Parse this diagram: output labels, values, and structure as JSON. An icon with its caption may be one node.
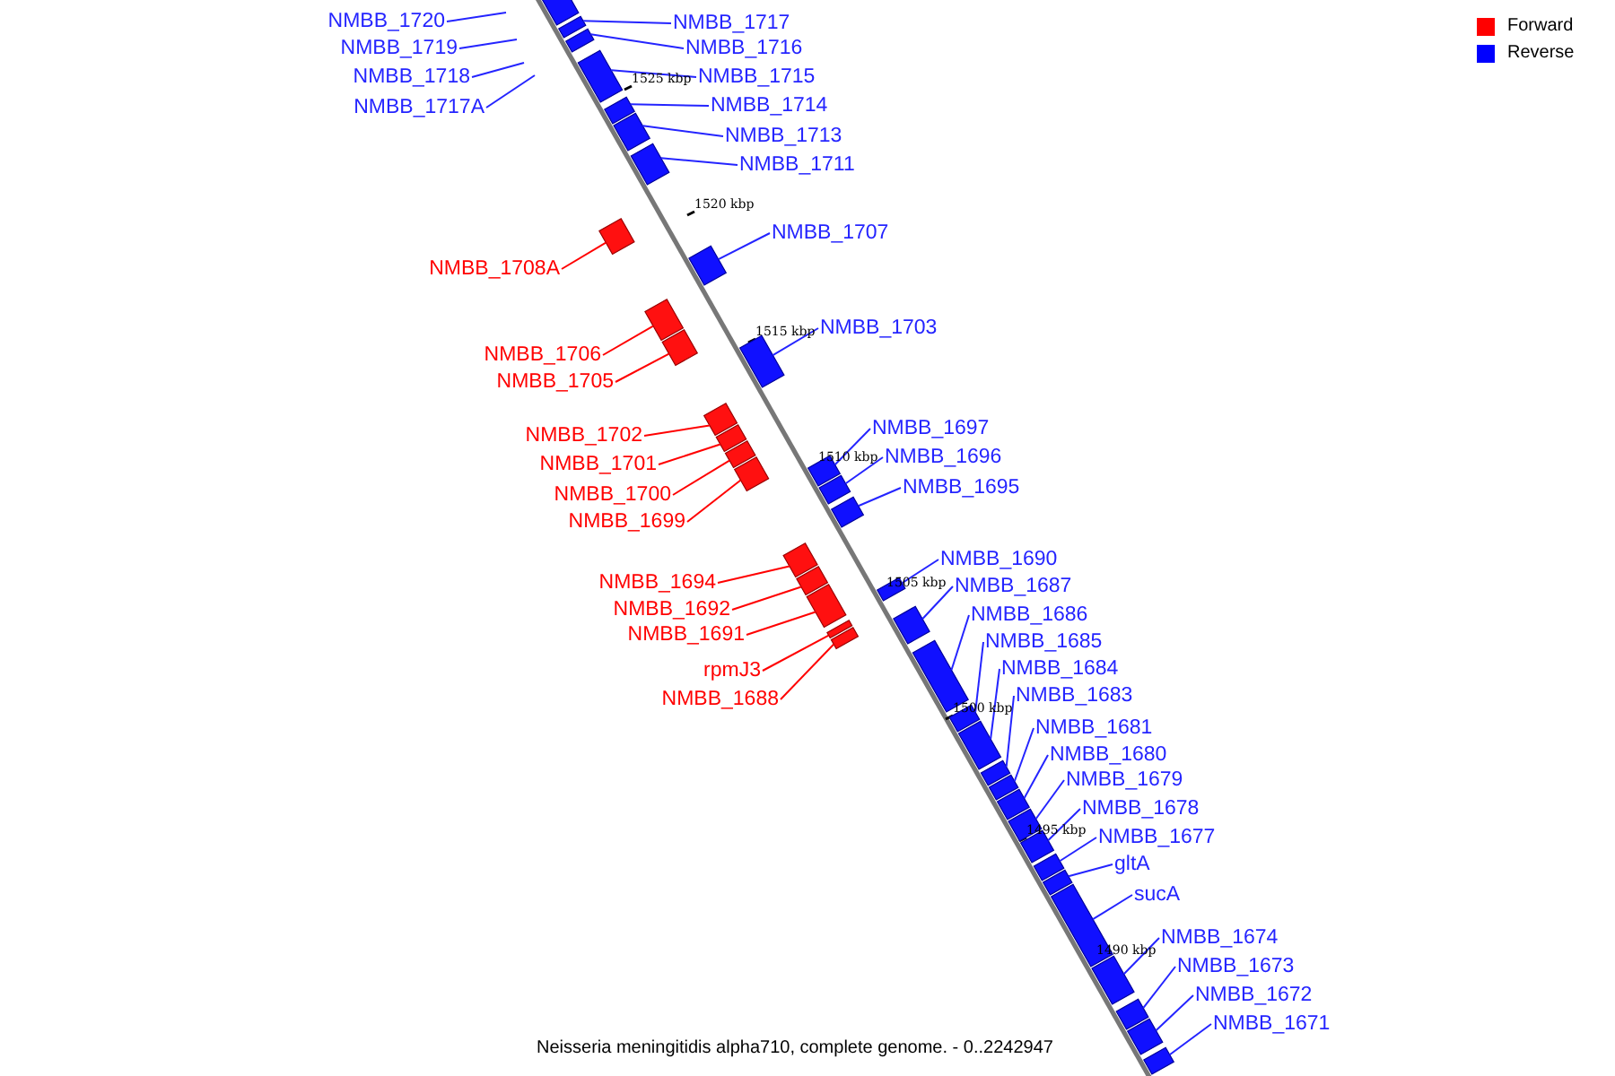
{
  "diagram": {
    "caption": "Neisseria meningitidis alpha710, complete genome. - 0..2242947",
    "nodes": [
      {
        "text": [
          "NMBB_1720"
        ]
      },
      {
        "text": [
          "NMBB_1717"
        ]
      },
      {
        "text": [
          "NMBB_1719"
        ]
      },
      {
        "text": [
          "NMBB_1716"
        ]
      },
      {
        "text": [
          "NMBB_1718"
        ]
      },
      {
        "text": [
          "NMBB_1715"
        ]
      },
      {
        "text": [
          "NMBB_1714"
        ]
      },
      {
        "text": [
          "NMBB_1717A"
        ]
      },
      {
        "text": [
          "NMBB_1713"
        ]
      },
      {
        "text": [
          "NMBB_1711"
        ]
      },
      {
        "text": [
          "NMBB_1707"
        ]
      },
      {
        "text": [
          "NMBB_1708A"
        ]
      },
      {
        "text": [
          "NMBB_1703"
        ]
      },
      {
        "text": [
          "NMBB_1706"
        ]
      },
      {
        "text": [
          "NMBB_1705"
        ]
      },
      {
        "text": [
          "NMBB_1697"
        ]
      },
      {
        "text": [
          "NMBB_1702"
        ]
      },
      {
        "text": [
          "NMBB_1696"
        ]
      },
      {
        "text": [
          "NMBB_1701"
        ]
      },
      {
        "text": [
          "NMBB_1695"
        ]
      },
      {
        "text": [
          "NMBB_1700"
        ]
      },
      {
        "text": [
          "NMBB_1699"
        ]
      },
      {
        "text": [
          "NMBB_1690"
        ]
      },
      {
        "text": [
          "NMBB_1694"
        ]
      },
      {
        "text": [
          "NMBB_1687"
        ]
      },
      {
        "text": [
          "NMBB_1692"
        ]
      },
      {
        "text": [
          "NMBB_1686"
        ]
      },
      {
        "text": [
          "NMBB_1691"
        ]
      },
      {
        "text": [
          "NMBB_1685"
        ]
      },
      {
        "text": [
          "NMBB_1684"
        ]
      },
      {
        "text": [
          "rpmJ3"
        ]
      },
      {
        "text": [
          "NMBB_1683"
        ]
      },
      {
        "text": [
          "NMBB_1688"
        ]
      },
      {
        "text": [
          "NMBB_1681"
        ]
      },
      {
        "text": [
          "NMBB_1680"
        ]
      },
      {
        "text": [
          "NMBB_1679"
        ]
      },
      {
        "text": [
          "NMBB_1678"
        ]
      },
      {
        "text": [
          "NMBB_1677"
        ]
      },
      {
        "text": [
          "gltA"
        ]
      },
      {
        "text": [
          "sucA"
        ]
      },
      {
        "text": [
          "NMBB_1674"
        ]
      },
      {
        "text": [
          "NMBB_1673"
        ]
      },
      {
        "text": [
          "NMBB_1672"
        ]
      },
      {
        "text": [
          "NMBB_1671"
        ]
      },
      {
        "text": [],
        "shape": "box"
      },
      {
        "text": [],
        "shape": "box"
      },
      {
        "text": [],
        "shape": "box"
      },
      {
        "text": [],
        "shape": "box"
      },
      {
        "text": [],
        "shape": "box"
      },
      {
        "text": [],
        "shape": "box"
      },
      {
        "text": [],
        "shape": "box"
      },
      {
        "text": [],
        "shape": "box"
      },
      {
        "text": [],
        "shape": "box"
      },
      {
        "text": [],
        "shape": "box"
      },
      {
        "text": [],
        "shape": "box"
      },
      {
        "text": [],
        "shape": "box"
      },
      {
        "text": [],
        "shape": "box"
      },
      {
        "text": [],
        "shape": "box"
      },
      {
        "text": [],
        "shape": "box"
      },
      {
        "text": [],
        "shape": "box"
      },
      {
        "text": [],
        "shape": "box"
      },
      {
        "text": [],
        "shape": "box"
      },
      {
        "text": [],
        "shape": "box"
      },
      {
        "text": [],
        "shape": "box"
      },
      {
        "text": [],
        "shape": "box"
      },
      {
        "text": [],
        "shape": "box"
      },
      {
        "text": [],
        "shape": "box"
      },
      {
        "text": [],
        "shape": "box"
      },
      {
        "text": [],
        "shape": "box"
      },
      {
        "text": [],
        "shape": "box"
      },
      {
        "text": [],
        "shape": "box"
      },
      {
        "text": [],
        "shape": "box"
      },
      {
        "text": [],
        "shape": "box"
      },
      {
        "text": [],
        "shape": "box"
      },
      {
        "text": [],
        "shape": "box"
      },
      {
        "text": [],
        "shape": "box"
      },
      {
        "text": [],
        "shape": "box"
      },
      {
        "text": [],
        "shape": "box"
      },
      {
        "text": [],
        "shape": "box"
      },
      {
        "text": [],
        "shape": "box"
      },
      {
        "text": [],
        "shape": "box"
      },
      {
        "text": [],
        "shape": "box"
      },
      {
        "text": [],
        "shape": "box"
      },
      {
        "text": [],
        "shape": "box"
      },
      {
        "text": [],
        "shape": "box"
      },
      {
        "text": [],
        "shape": "bar"
      }
    ],
    "edges": [
      {
        "from": 0,
        "to": null,
        "arrow": "none"
      },
      {
        "from": 1,
        "to": 45,
        "arrow": "none"
      },
      {
        "from": 2,
        "to": null,
        "arrow": "none"
      },
      {
        "from": 3,
        "to": 46,
        "arrow": "none"
      },
      {
        "from": 4,
        "to": null,
        "arrow": "none"
      },
      {
        "from": 5,
        "to": 47,
        "arrow": "none"
      },
      {
        "from": 6,
        "to": 48,
        "arrow": "none"
      },
      {
        "from": 7,
        "to": null,
        "arrow": "none"
      },
      {
        "from": 8,
        "to": 49,
        "arrow": "none"
      },
      {
        "from": 9,
        "to": 50,
        "arrow": "none"
      },
      {
        "from": 10,
        "to": 52,
        "arrow": "none"
      },
      {
        "from": 11,
        "to": 51,
        "arrow": "none",
        "color": "#ff0000"
      },
      {
        "from": 12,
        "to": 55,
        "arrow": "none"
      },
      {
        "from": 13,
        "to": 53,
        "arrow": "none",
        "color": "#ff0000"
      },
      {
        "from": 14,
        "to": 54,
        "arrow": "none",
        "color": "#ff0000"
      },
      {
        "from": 15,
        "to": 60,
        "arrow": "none"
      },
      {
        "from": 16,
        "to": 56,
        "arrow": "none",
        "color": "#ff0000"
      },
      {
        "from": 17,
        "to": 61,
        "arrow": "none"
      },
      {
        "from": 18,
        "to": 57,
        "arrow": "none",
        "color": "#ff0000"
      },
      {
        "from": 19,
        "to": 62,
        "arrow": "none"
      },
      {
        "from": 20,
        "to": 58,
        "arrow": "none",
        "color": "#ff0000"
      },
      {
        "from": 21,
        "to": 59,
        "arrow": "none",
        "color": "#ff0000"
      },
      {
        "from": 22,
        "to": 65,
        "arrow": "none"
      },
      {
        "from": 23,
        "to": 63,
        "arrow": "none",
        "color": "#ff0000"
      },
      {
        "from": 24,
        "to": 67,
        "arrow": "none"
      },
      {
        "from": 25,
        "to": 64,
        "arrow": "none",
        "color": "#ff0000"
      },
      {
        "from": 26,
        "to": 70,
        "arrow": "none"
      },
      {
        "from": 27,
        "to": 66,
        "arrow": "none",
        "color": "#ff0000"
      },
      {
        "from": 28,
        "to": 71,
        "arrow": "none"
      },
      {
        "from": 29,
        "to": 72,
        "arrow": "none"
      },
      {
        "from": 30,
        "to": 68,
        "arrow": "none",
        "color": "#ff0000"
      },
      {
        "from": 31,
        "to": 73,
        "arrow": "none"
      },
      {
        "from": 32,
        "to": 69,
        "arrow": "none",
        "color": "#ff0000"
      },
      {
        "from": 33,
        "to": 74,
        "arrow": "none"
      },
      {
        "from": 34,
        "to": 75,
        "arrow": "none"
      },
      {
        "from": 35,
        "to": 76,
        "arrow": "none"
      },
      {
        "from": 36,
        "to": 77,
        "arrow": "none"
      },
      {
        "from": 37,
        "to": 78,
        "arrow": "none"
      },
      {
        "from": 38,
        "to": 79,
        "arrow": "none"
      },
      {
        "from": 39,
        "to": 80,
        "arrow": "none"
      },
      {
        "from": 40,
        "to": 81,
        "arrow": "none"
      },
      {
        "from": 41,
        "to": 82,
        "arrow": "none"
      },
      {
        "from": 42,
        "to": 83,
        "arrow": "none"
      },
      {
        "from": 43,
        "to": 84,
        "arrow": "none"
      }
    ],
    "labels": [
      "1525 kbp",
      "1520 kbp",
      "1515 kbp",
      "1510 kbp",
      "1505 kbp",
      "1500 kbp",
      "1495 kbp",
      "1490 kbp"
    ],
    "legend": [
      {
        "text": "Forward",
        "color": "#ff0000"
      },
      {
        "text": "Reverse",
        "color": "#0000ff"
      }
    ]
  }
}
